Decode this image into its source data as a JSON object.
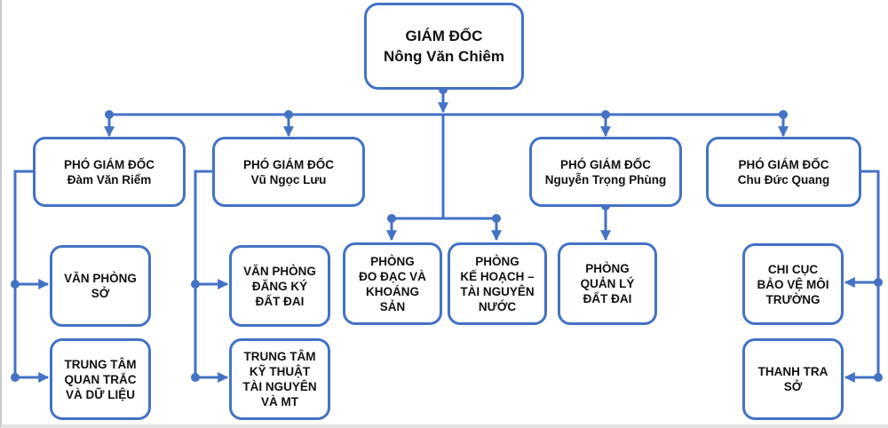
{
  "colors": {
    "connector": "#4472c4",
    "box_border": "#4472c4",
    "text": "#111111",
    "background": "#ffffff"
  },
  "director": {
    "title": "GIÁM ĐỐC",
    "name": "Nông Văn Chiêm"
  },
  "deputies": [
    {
      "title": "PHÓ GIÁM ĐỐC",
      "name": "Đàm Văn Riểm"
    },
    {
      "title": "PHÓ GIÁM ĐỐC",
      "name": "Vũ Ngọc Lưu"
    },
    {
      "title": "PHÓ GIÁM ĐỐC",
      "name": "Nguyễn Trọng Phùng"
    },
    {
      "title": "PHÓ GIÁM ĐỐC",
      "name": "Chu Đức Quang"
    }
  ],
  "units": {
    "van_phong_so": [
      "VĂN PHÒNG",
      "SỞ"
    ],
    "trung_tam_quan_trac": [
      "TRUNG TÂM",
      "QUAN TRẮC",
      "VÀ DỮ LIỆU"
    ],
    "van_phong_dang_ky": [
      "VĂN PHÒNG",
      "ĐĂNG KÝ",
      "ĐẤT ĐAI"
    ],
    "trung_tam_ky_thuat": [
      "TRUNG TÂM",
      "KỸ THUẬT",
      "TÀI NGUYÊN",
      "VÀ MT"
    ],
    "phong_do_dac": [
      "PHÒNG",
      "ĐO ĐẠC VÀ",
      "KHOÁNG",
      "SẢN"
    ],
    "phong_ke_hoach": [
      "PHÒNG",
      "KẾ HOẠCH –",
      "TÀI NGUYÊN",
      "NƯỚC"
    ],
    "phong_quan_ly_dat_dai": [
      "PHÒNG",
      "QUẢN LÝ",
      "ĐẤT ĐAI"
    ],
    "chi_cuc_bvmt": [
      "CHI CỤC",
      "BẢO VỆ MÔI",
      "TRƯỜNG"
    ],
    "thanh_tra_so": [
      "THANH TRA",
      "SỞ"
    ]
  }
}
